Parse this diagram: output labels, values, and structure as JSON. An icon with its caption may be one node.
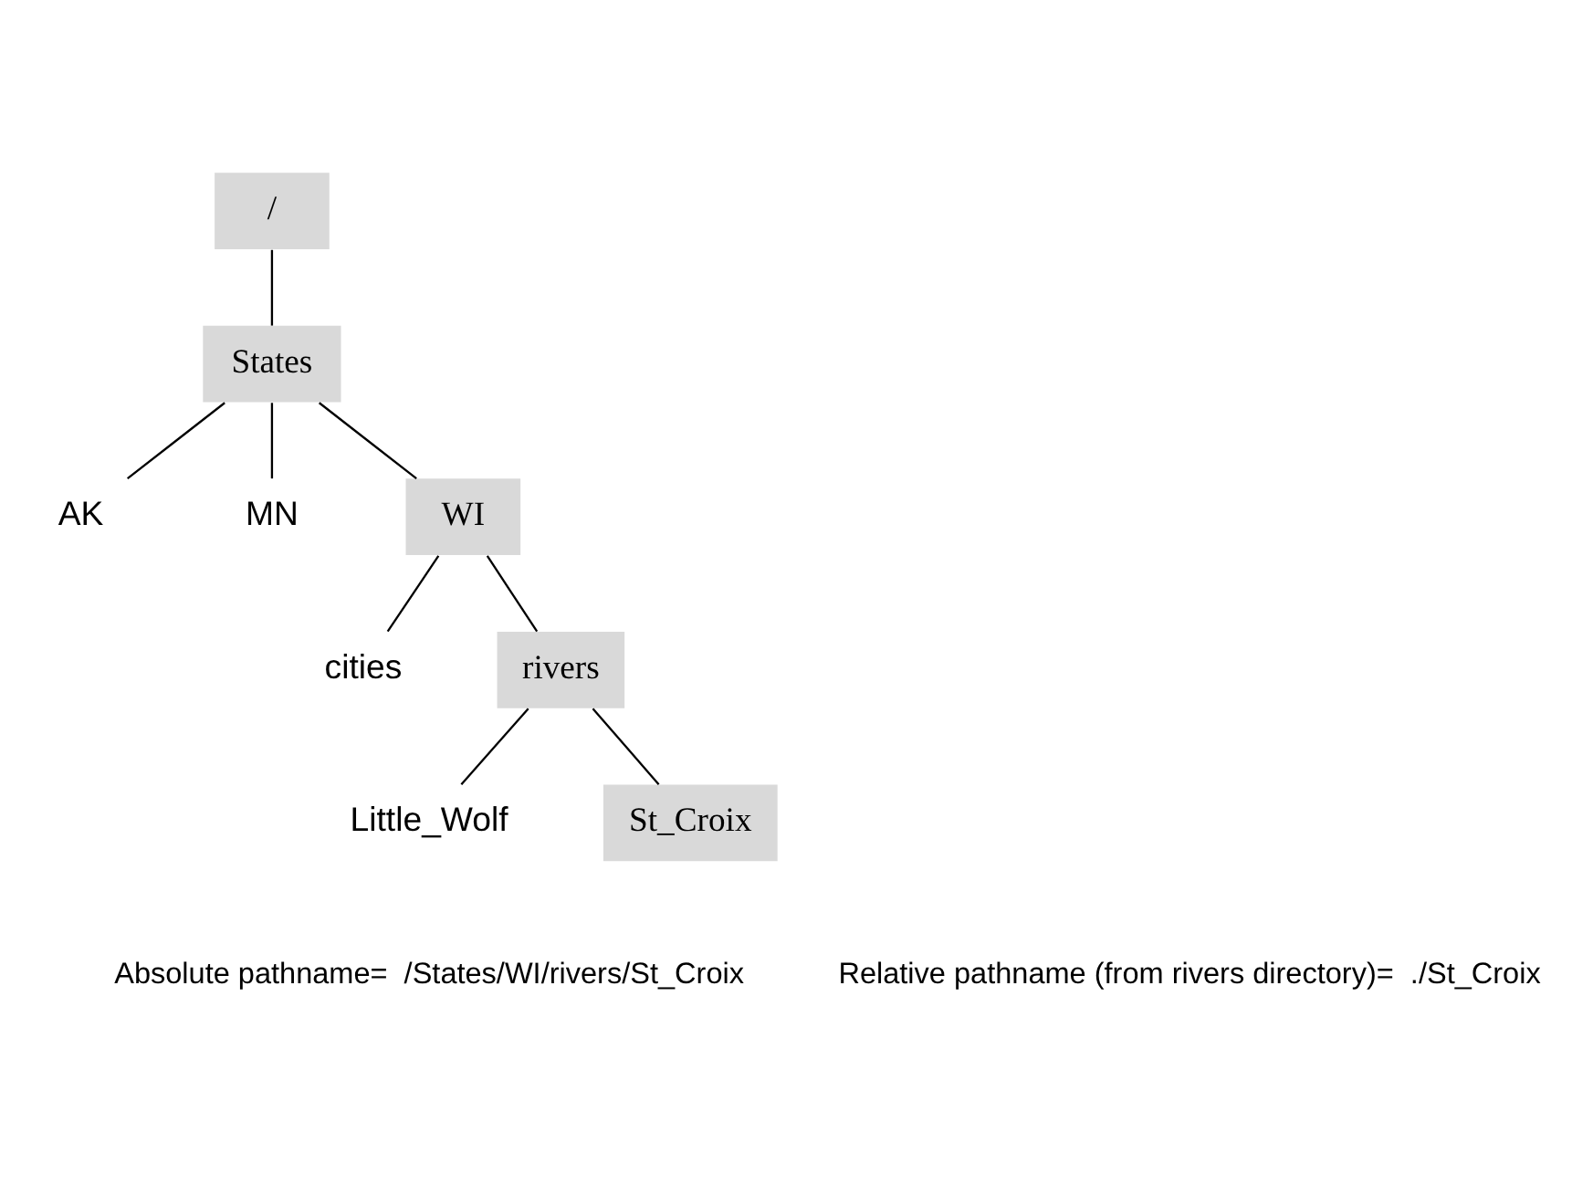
{
  "diagram": {
    "nodes": [
      {
        "text": [
          "/"
        ]
      },
      {
        "text": [
          "States"
        ]
      },
      {
        "text": [
          "AK"
        ]
      },
      {
        "text": [
          "MN"
        ]
      },
      {
        "text": [
          "WI"
        ]
      },
      {
        "text": [
          "cities"
        ]
      },
      {
        "text": [
          "rivers"
        ]
      },
      {
        "text": [
          "Little_Wolf"
        ]
      },
      {
        "text": [
          "St_Croix"
        ]
      }
    ],
    "edges": [
      {
        "from": 0,
        "to": 1,
        "arrow": "none"
      },
      {
        "from": 1,
        "to": 2,
        "arrow": "none"
      },
      {
        "from": 1,
        "to": 3,
        "arrow": "none"
      },
      {
        "from": 1,
        "to": 4,
        "arrow": "none"
      },
      {
        "from": 4,
        "to": 5,
        "arrow": "none"
      },
      {
        "from": 4,
        "to": 6,
        "arrow": "none"
      },
      {
        "from": 6,
        "to": 7,
        "arrow": "none"
      },
      {
        "from": 6,
        "to": 8,
        "arrow": "none"
      }
    ],
    "labels": [
      "Absolute pathname=  /States/WI/rivers/St_Croix",
      "Relative pathname (from rivers directory)=  ./St_Croix"
    ]
  }
}
